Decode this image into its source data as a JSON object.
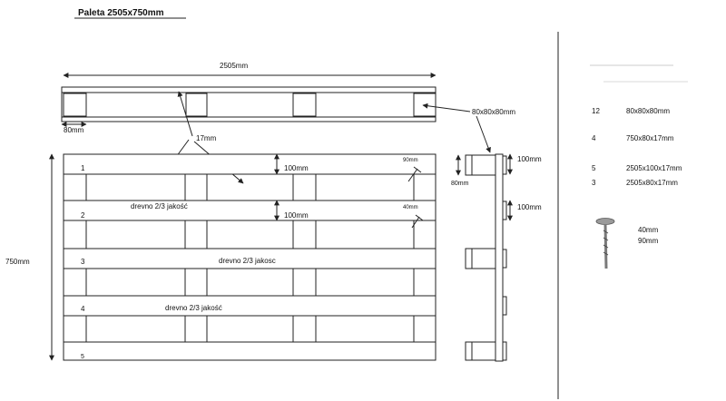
{
  "title": "Paleta 2505x750mm",
  "dims": {
    "overall_width": "2505mm",
    "overall_height": "750mm",
    "block_size": "80x80x80mm",
    "left_offset": "80mm",
    "board_thickness": "17mm",
    "gap1": "100mm",
    "gap2": "100mm",
    "side_gap1": "100mm",
    "side_gap2": "100mm",
    "side_height": "80mm",
    "nail1": "90mm",
    "nail2": "40mm"
  },
  "board_numbers": [
    "1",
    "2",
    "3",
    "4",
    "5"
  ],
  "wood_labels": [
    "drevno 2/3 jakość",
    "drevno 2/3 jakosc",
    "drevno 2/3 jakość"
  ],
  "parts_list": [
    {
      "qty": "12",
      "size": "80x80x80mm"
    },
    {
      "qty": "4",
      "size": "750x80x17mm"
    },
    {
      "qty": "5",
      "size": "2505x100x17mm"
    },
    {
      "qty": "3",
      "size": "2505x80x17mm"
    }
  ],
  "nail_spec": [
    "40mm",
    "90mm"
  ]
}
